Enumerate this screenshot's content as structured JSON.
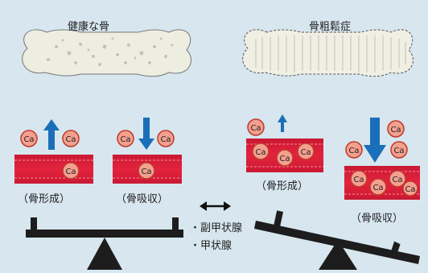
{
  "healthy": {
    "title": "健康な骨",
    "formation_label": "（骨形成）",
    "resorption_label": "（骨吸収）"
  },
  "osteoporosis": {
    "title": "骨粗鬆症",
    "formation_label": "（骨形成）",
    "resorption_label": "（骨吸収）"
  },
  "hormones": [
    "・副甲状腺",
    "・甲状腺"
  ],
  "ca_label": "Ca",
  "colors": {
    "background": "#d7e6ef",
    "bone_fill": "#eeeee0",
    "vessel_red": "#e4233d",
    "vessel_dark": "#9e1127",
    "arrow_blue": "#1a6fb8",
    "ca_fill": "#f3a08f",
    "seesaw": "#1d1d1d"
  }
}
